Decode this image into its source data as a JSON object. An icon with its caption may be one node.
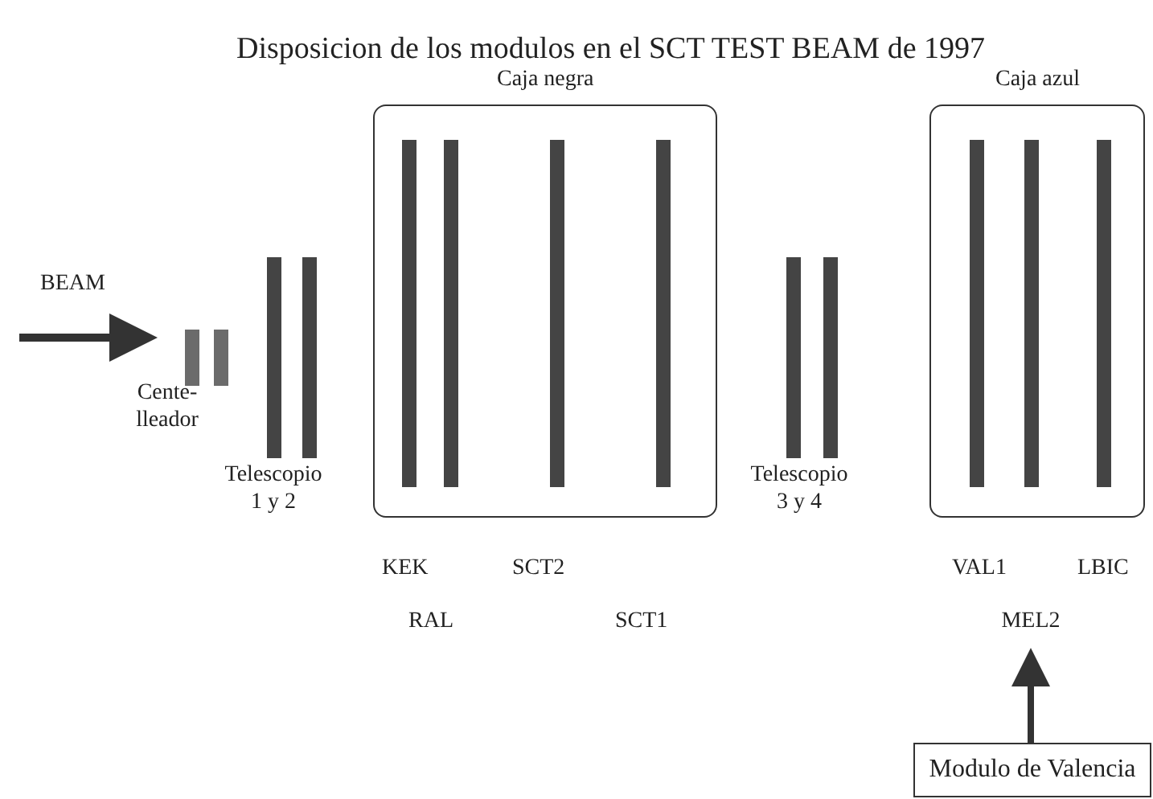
{
  "diagram": {
    "title": "Disposicion de los modulos en el SCT TEST BEAM de 1997",
    "nodes": [
      {
        "text": [],
        "shape": "bar"
      },
      {
        "text": [],
        "shape": "bar"
      },
      {
        "text": [],
        "shape": "bar"
      },
      {
        "text": [],
        "shape": "bar"
      },
      {
        "text": [
          "Caja negra"
        ]
      },
      {
        "text": [],
        "shape": "bar",
        "in": 4
      },
      {
        "text": [],
        "shape": "bar",
        "in": 4
      },
      {
        "text": [],
        "shape": "bar",
        "in": 4
      },
      {
        "text": [],
        "shape": "bar",
        "in": 4
      },
      {
        "text": [],
        "shape": "bar"
      },
      {
        "text": [],
        "shape": "bar"
      },
      {
        "text": [
          "Caja azul"
        ]
      },
      {
        "text": [],
        "shape": "bar",
        "in": 11
      },
      {
        "text": [],
        "shape": "bar",
        "in": 11
      },
      {
        "text": [],
        "shape": "bar",
        "in": 11
      },
      {
        "text": [
          "Modulo de Valencia"
        ]
      },
      {
        "text": [
          "MEL2"
        ]
      }
    ],
    "edges": [
      {
        "from": 15,
        "to": 16,
        "arrow": "to"
      }
    ],
    "labels": [
      "BEAM",
      "Cente- lleador",
      "Telescopio 1 y 2",
      "Telescopio 3 y 4",
      "KEK",
      "SCT2",
      "VAL1",
      "LBIC",
      "RAL",
      "SCT1"
    ]
  }
}
